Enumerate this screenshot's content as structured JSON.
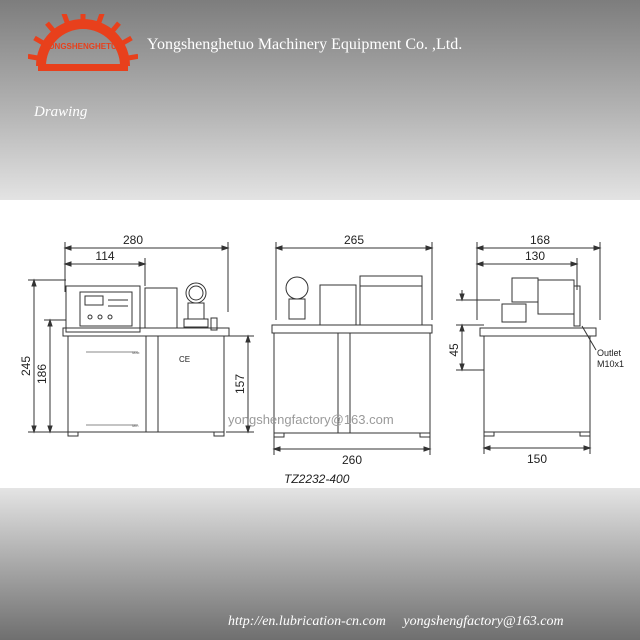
{
  "header": {
    "logo_text": "YONGSHENGHETUO",
    "company": "Yongshenghetuo Machinery Equipment Co. ,Ltd.",
    "section": "Drawing",
    "brand_color": "#e8401c"
  },
  "drawing": {
    "front": {
      "total_width": "280",
      "gauge_offset": "114",
      "total_height": "245",
      "tank_height": "186",
      "label_max": "Max",
      "label_min": "Min",
      "mark": "CE"
    },
    "side": {
      "top_width": "265",
      "base_width": "260",
      "tank_height": "157"
    },
    "end": {
      "top_width": "168",
      "inner_width": "130",
      "base_width": "150",
      "outlet_height": "45",
      "outlet_label": "Outlet",
      "outlet_size": "M10x1"
    },
    "watermark": "yongshengfactory@163.com",
    "model": "TZ2232-400"
  },
  "footer": {
    "website": "http://en.lubrication-cn.com",
    "email": "yongshengfactory@163.com"
  }
}
